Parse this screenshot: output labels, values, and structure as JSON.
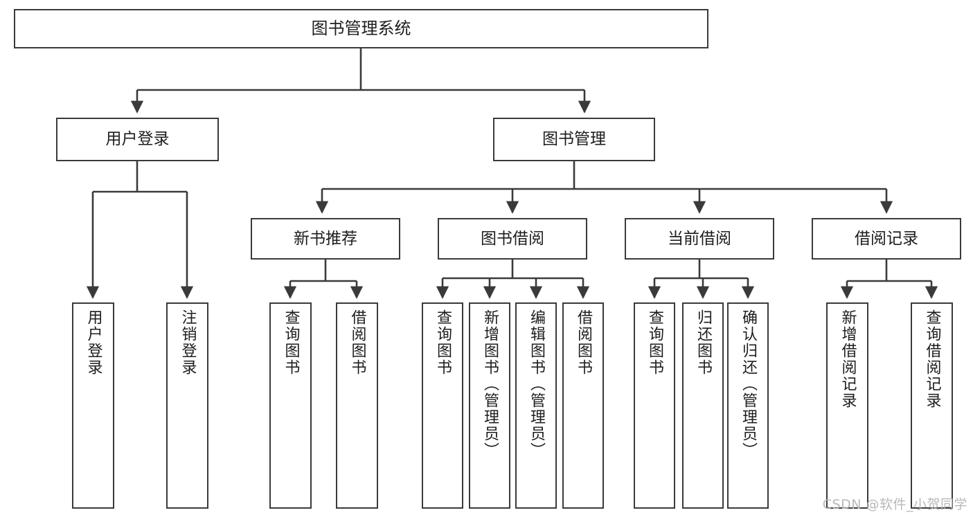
{
  "diagram": {
    "type": "tree",
    "title": "图书管理系统",
    "stroke_color": "#3a3a3a",
    "fill_color": "#ffffff",
    "text_color": "#1d1d1d",
    "root": {
      "id": "root",
      "label": "图书管理系统"
    },
    "level2": [
      {
        "id": "user-login",
        "label": "用户登录"
      },
      {
        "id": "book-manage",
        "label": "图书管理"
      }
    ],
    "level3": [
      {
        "id": "new-book-recommend",
        "label": "新书推荐",
        "parent": "book-manage"
      },
      {
        "id": "book-borrow",
        "label": "图书借阅",
        "parent": "book-manage"
      },
      {
        "id": "current-borrow",
        "label": "当前借阅",
        "parent": "book-manage"
      },
      {
        "id": "borrow-record",
        "label": "借阅记录",
        "parent": "book-manage"
      }
    ],
    "leaves": [
      {
        "id": "leaf-user-login",
        "label": "用户登录",
        "parent": "user-login"
      },
      {
        "id": "leaf-logout",
        "label": "注销登录",
        "parent": "user-login"
      },
      {
        "id": "leaf-query-book-1",
        "label": "查询图书",
        "parent": "new-book-recommend"
      },
      {
        "id": "leaf-borrow-book-1",
        "label": "借阅图书",
        "parent": "new-book-recommend"
      },
      {
        "id": "leaf-query-book-2",
        "label": "查询图书",
        "parent": "book-borrow"
      },
      {
        "id": "leaf-add-book",
        "label": "新增图书（管理员）",
        "parent": "book-borrow"
      },
      {
        "id": "leaf-edit-book",
        "label": "编辑图书（管理员）",
        "parent": "book-borrow"
      },
      {
        "id": "leaf-borrow-book-2",
        "label": "借阅图书",
        "parent": "book-borrow"
      },
      {
        "id": "leaf-query-book-3",
        "label": "查询图书",
        "parent": "current-borrow"
      },
      {
        "id": "leaf-return-book",
        "label": "归还图书",
        "parent": "current-borrow"
      },
      {
        "id": "leaf-confirm-return",
        "label": "确认归还（管理员）",
        "parent": "current-borrow"
      },
      {
        "id": "leaf-add-record",
        "label": "新增借阅记录",
        "parent": "borrow-record"
      },
      {
        "id": "leaf-query-record",
        "label": "查询借阅记录",
        "parent": "borrow-record"
      }
    ]
  },
  "watermark": {
    "text": "CSDN @软件_小贺同学"
  }
}
